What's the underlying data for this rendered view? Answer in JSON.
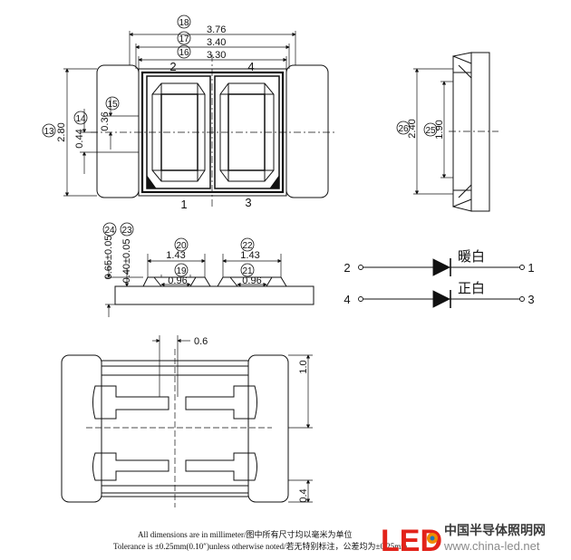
{
  "top_view": {
    "dims": {
      "d18": "3.76",
      "d17": "3.40",
      "d16": "3.30",
      "d13": "2.80",
      "d14": "0.44",
      "d15": "0.36"
    },
    "callouts": {
      "c13": "13",
      "c14": "14",
      "c15": "15",
      "c16": "16",
      "c17": "17",
      "c18": "18"
    },
    "pins": {
      "p1": "1",
      "p2": "2",
      "p3": "3",
      "p4": "4"
    }
  },
  "side_view": {
    "dims": {
      "d26": "2.40",
      "d25": "1.90"
    },
    "callouts": {
      "c25": "25",
      "c26": "26"
    }
  },
  "front_view": {
    "dims": {
      "d24": "0.65±0.05",
      "d23": "0.40±0.05",
      "d20": "1.43",
      "d19": "0.96",
      "d22": "1.43",
      "d21": "0.96"
    },
    "callouts": {
      "c19": "19",
      "c20": "20",
      "c21": "21",
      "c22": "22",
      "c23": "23",
      "c24": "24"
    }
  },
  "circuit": {
    "top": {
      "left_pin": "2",
      "right_pin": "1",
      "label": "暖白"
    },
    "bottom": {
      "left_pin": "4",
      "right_pin": "3",
      "label": "正白"
    }
  },
  "bottom_view": {
    "dims": {
      "d06": "0.6",
      "d10": "1.0",
      "d04": "0.4"
    }
  },
  "footer": {
    "line1": "All dimensions are in millimeter/图中所有尺寸均以毫米为单位",
    "line2": "Tolerance is  ±0.25mm(0.10″)unless otherwise noted/若无特别标注，公差均为±0.25mm"
  },
  "watermark": {
    "letters": "LED",
    "cn": "中国半导体照明网",
    "url": "www.china-led.net",
    "colors": {
      "red": "#e2231a",
      "orange": "#f08a00",
      "blue": "#1b75bc"
    }
  }
}
